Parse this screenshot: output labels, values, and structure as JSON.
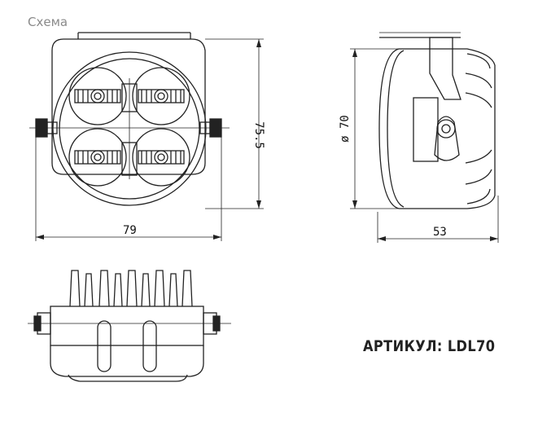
{
  "header": {
    "title": "Схема"
  },
  "dimensions": {
    "front_width": "79",
    "front_height": "75.5",
    "side_diameter": "ø 70",
    "side_depth": "53"
  },
  "article": {
    "label": "АРТИКУЛ: LDL70"
  }
}
